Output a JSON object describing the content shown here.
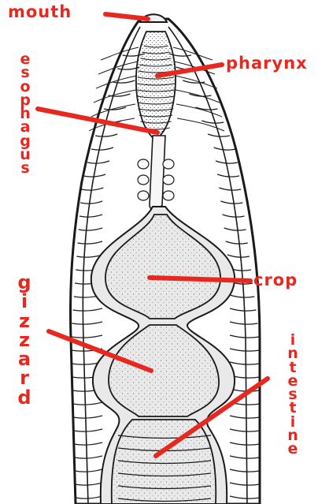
{
  "accent_color": "#e8281f",
  "labels": {
    "mouth": "mouth",
    "pharynx": "pharynx",
    "esophagus": "esophagus",
    "crop": "crop",
    "gizzard": "gizzard",
    "intestine": "intestine"
  }
}
